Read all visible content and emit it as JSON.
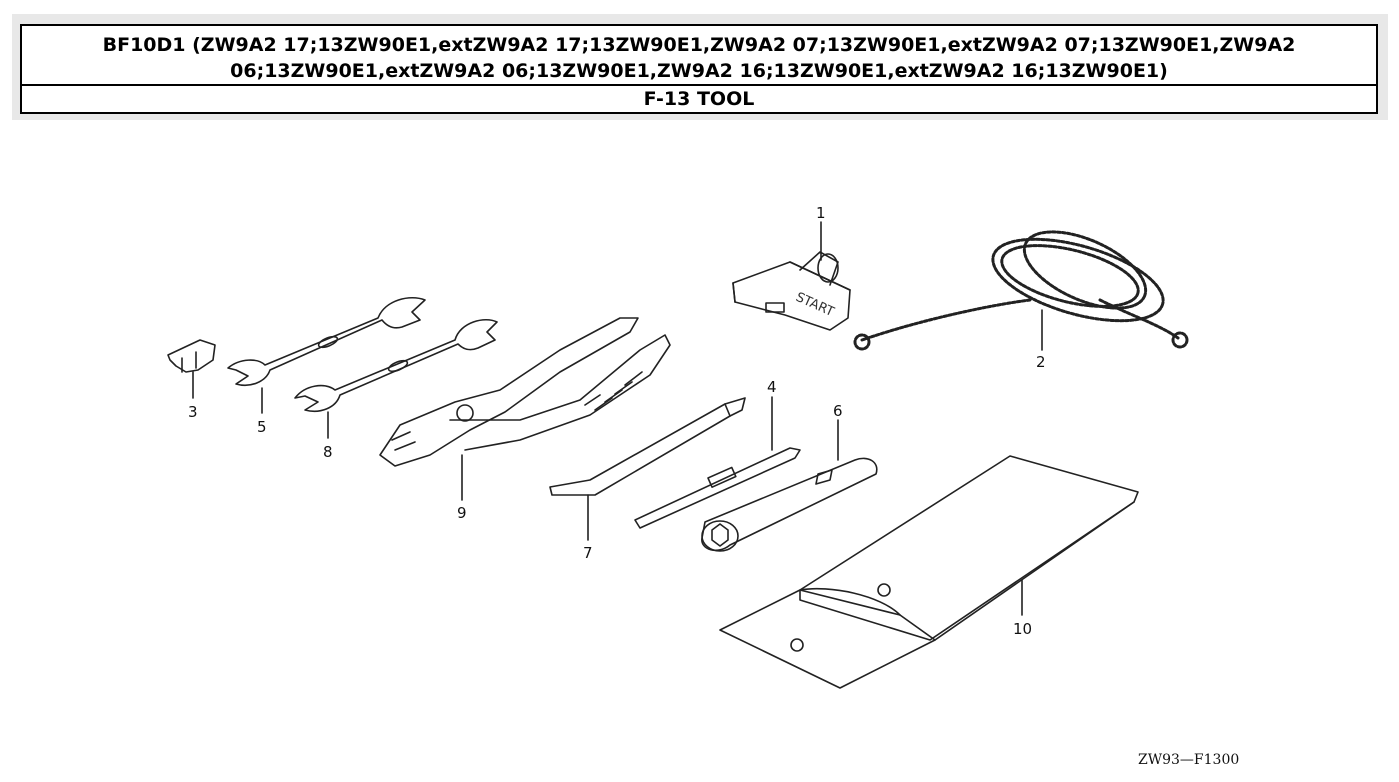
{
  "header": {
    "title": "BF10D1 (ZW9A2 17;13ZW90E1,extZW9A2 17;13ZW90E1,ZW9A2 07;13ZW90E1,extZW9A2 07;13ZW90E1,ZW9A2 06;13ZW90E1,extZW9A2 06;13ZW90E1,ZW9A2 16;13ZW90E1,extZW9A2 16;13ZW90E1)",
    "section": "F-13 TOOL"
  },
  "diagram": {
    "callouts": [
      "1",
      "2",
      "3",
      "4",
      "5",
      "6",
      "7",
      "8",
      "9",
      "10"
    ],
    "handle_text": "START",
    "code": "ZW93—F1300"
  }
}
